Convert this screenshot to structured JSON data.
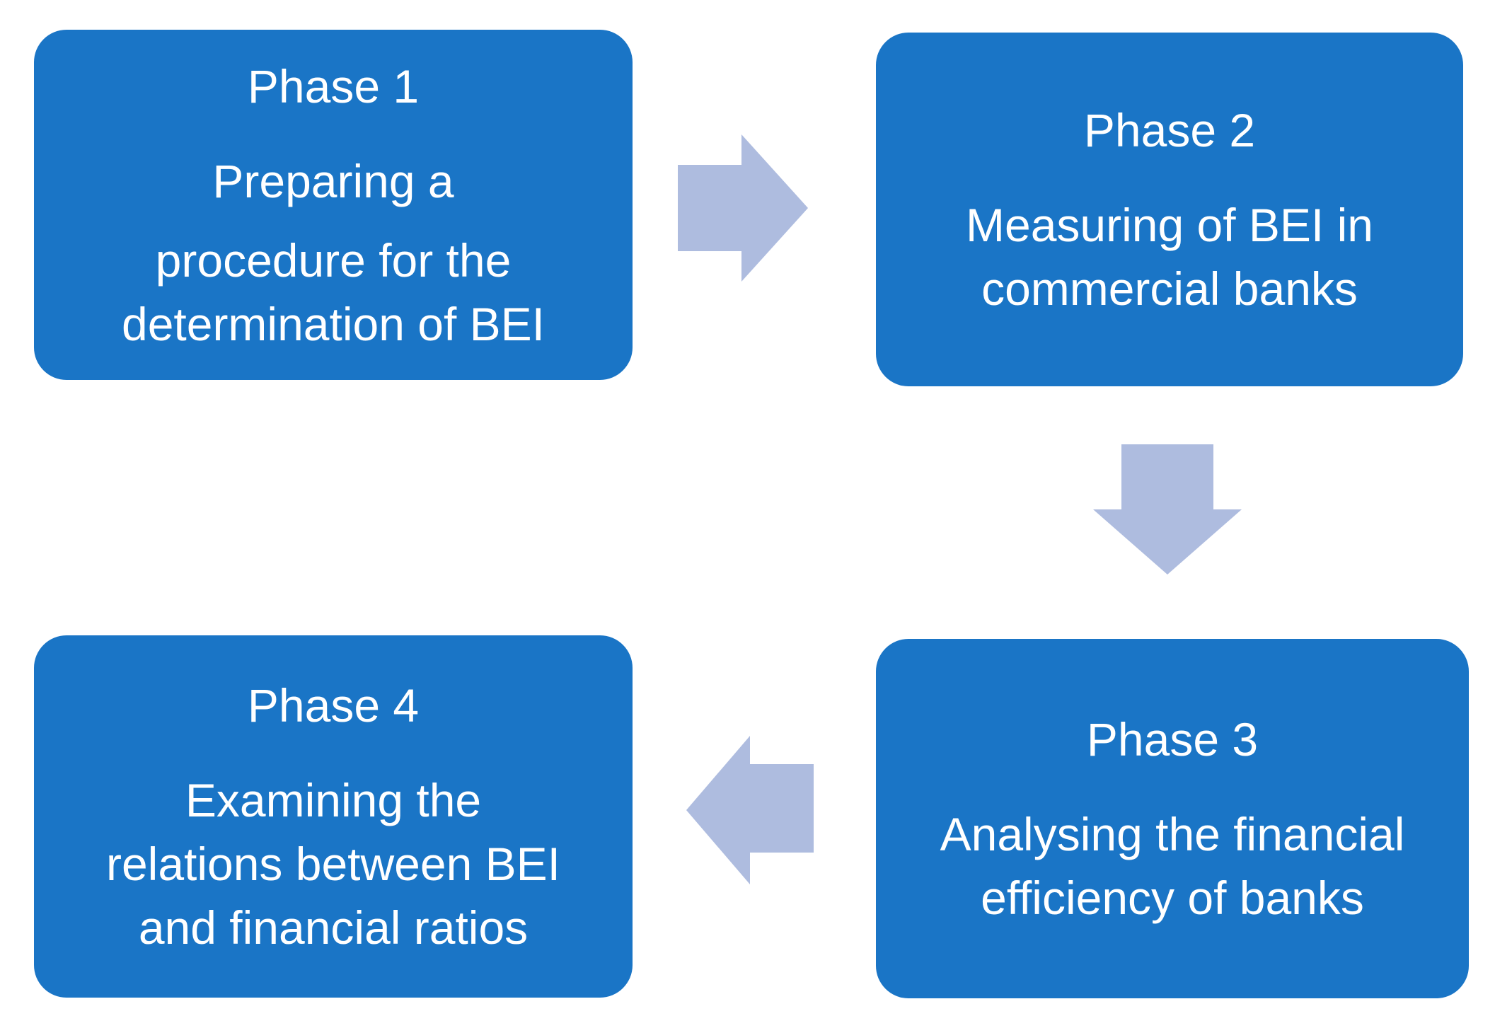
{
  "diagram": {
    "background_color": "#FFFFFF",
    "box_fill_color": "#1A75C6",
    "box_text_color": "#FFFFFF",
    "arrow_fill_color": "#AEBCDF",
    "boxes": [
      {
        "id": "phase-1",
        "title": "Phase 1",
        "paragraphs": [
          [
            "Preparing a"
          ],
          [
            "procedure for the",
            "determination of BEI"
          ]
        ]
      },
      {
        "id": "phase-2",
        "title": "Phase 2",
        "paragraphs": [
          [
            "Measuring of BEI in",
            "commercial banks"
          ]
        ]
      },
      {
        "id": "phase-3",
        "title": "Phase 3",
        "paragraphs": [
          [
            "Analysing the financial",
            "efficiency of banks"
          ]
        ]
      },
      {
        "id": "phase-4",
        "title": "Phase 4",
        "paragraphs": [
          [
            "Examining the",
            "relations between BEI",
            "and financial ratios"
          ]
        ]
      }
    ],
    "arrows": [
      {
        "id": "arrow-phase1-to-phase2",
        "direction": "right"
      },
      {
        "id": "arrow-phase2-to-phase3",
        "direction": "down"
      },
      {
        "id": "arrow-phase3-to-phase4",
        "direction": "left"
      }
    ]
  }
}
